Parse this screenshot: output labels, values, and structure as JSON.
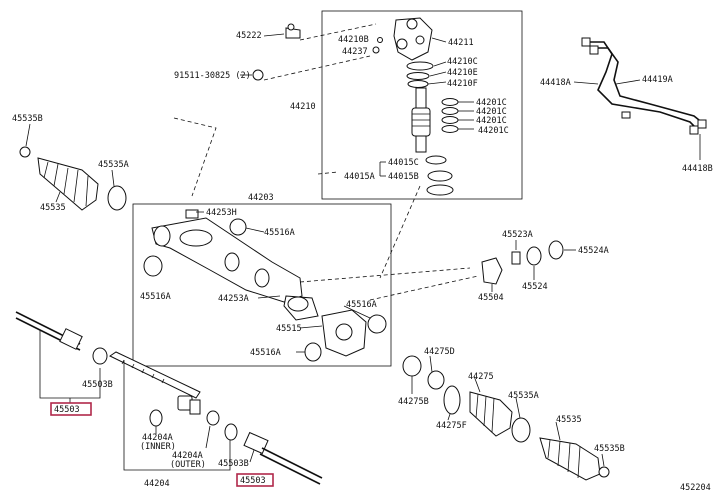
{
  "diagram_id": "452204",
  "callouts": {
    "c45222": "45222",
    "c44210B": "44210B",
    "c44237": "44237",
    "c91511": "91511-30825 (2)",
    "c44211": "44211",
    "c44210C": "44210C",
    "c44210E": "44210E",
    "c44210F": "44210F",
    "c44210": "44210",
    "c44201C_1": "44201C",
    "c44201C_2": "44201C",
    "c44201C_3": "44201C",
    "c44201C_4": "44201C",
    "c44015C": "44015C",
    "c44015A": "44015A",
    "c44015B": "44015B",
    "c44418A": "44418A",
    "c44419A": "44419A",
    "c44418B": "44418B",
    "c45535B_top": "45535B",
    "c45535A_top": "45535A",
    "c45535_top": "45535",
    "c44203": "44203",
    "c44253H": "44253H",
    "c45516A_1": "45516A",
    "c45516A_2": "45516A",
    "c44253A": "44253A",
    "c45516A_3": "45516A",
    "c45515": "45515",
    "c45516A_4": "45516A",
    "c45523A": "45523A",
    "c45524A": "45524A",
    "c45504": "45504",
    "c45524": "45524",
    "c45503B_left": "45503B",
    "c45503_left": "45503",
    "c44204A_inner": "44204A",
    "inner_note": "(INNER)",
    "c44204A_outer": "44204A",
    "outer_note": "(OUTER)",
    "c44204": "44204",
    "c45503B_bottom": "45503B",
    "c45503_bottom": "45503",
    "c44275D": "44275D",
    "c44275": "44275",
    "c44275B": "44275B",
    "c44275F": "44275F",
    "c45535A_bottom": "45535A",
    "c45535_bottom": "45535",
    "c45535B_bottom": "45535B"
  },
  "colors": {
    "highlight": "#b0284a",
    "line": "#111111"
  }
}
